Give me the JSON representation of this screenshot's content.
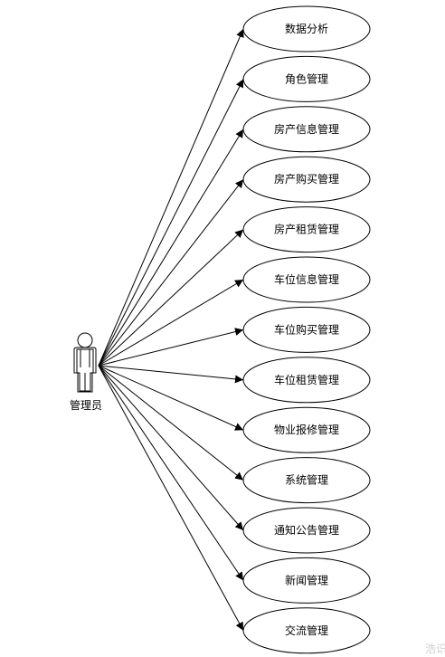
{
  "diagram": {
    "actor": {
      "label": "管理员"
    },
    "use_cases": [
      {
        "label": "数据分析"
      },
      {
        "label": "角色管理"
      },
      {
        "label": "房产信息管理"
      },
      {
        "label": "房产购买管理"
      },
      {
        "label": "房产租赁管理"
      },
      {
        "label": "车位信息管理"
      },
      {
        "label": "车位购买管理"
      },
      {
        "label": "车位租赁管理"
      },
      {
        "label": "物业报修管理"
      },
      {
        "label": "系统管理"
      },
      {
        "label": "通知公告管理"
      },
      {
        "label": "新闻管理"
      },
      {
        "label": "交流管理"
      }
    ],
    "watermark": "浩识"
  }
}
